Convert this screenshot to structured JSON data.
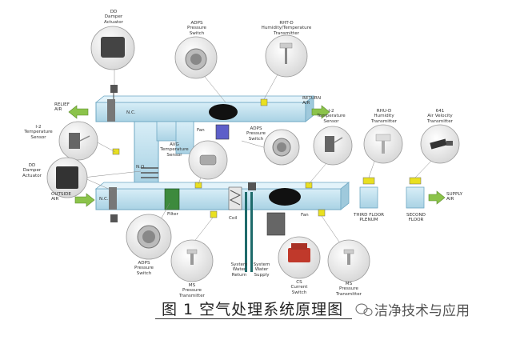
{
  "labels": {
    "dd_damper_top": "DD\nDamper\nActuator",
    "adps_top": "ADPS\nPressure\nSwitch",
    "rht_d": "RHT-D\nHumidity/Temperature\nTransmitter",
    "relief_air": "RELIEF\nAIR",
    "return_air": "RETURN\nAIR",
    "nc_top": "N.C.",
    "fan_top": "Fan",
    "adps_mid": "ADPS\nPressure\nSwitch",
    "i2_left": "I-2\nTemperature\nSensor",
    "avg": "AVG\nTemperature\nSensor",
    "no": "N.O.",
    "dd_damper_left": "DD\nDamper\nActuator",
    "outside_air": "OUTSIDE\nAIR",
    "nc_bottom": "N.C.",
    "i2_right": "I-2\nTemperature\nSensor",
    "rhu_d": "RHU-D\nHumidity\nTransmitter",
    "air_velocity": "641\nAir Velocity\nTransmitter",
    "filter": "Filter",
    "coil": "Coil",
    "fan_bottom": "Fan",
    "third_floor": "THIRD FLOOR\nPLENUM",
    "second_floor": "SECOND\nFLOOR",
    "supply_air": "SUPPLY\nAIR",
    "adps_bottom": "ADPS\nPressure\nSwitch",
    "ms_left": "MS\nPressure\nTransmitter",
    "system_water_return": "System\nWater\nReturn",
    "system_water_supply": "System\nWater\nSupply",
    "cs_switch": "CS\nCurrent\nSwitch",
    "ms_right": "MS\nPressure\nTransmitter"
  },
  "caption": "图 1   空气处理系统原理图",
  "watermark": "洁净技术与应用",
  "colors": {
    "duct": "#bfe0ee",
    "duct_edge": "#6fa8c3",
    "arrow": "#8bc34a",
    "sensor_yellow": "#e9e020",
    "fan": "#111111",
    "water_pipe": "#1e6b6b",
    "filter": "#3d8a3d",
    "circle_bg": "#f2f2f2"
  }
}
